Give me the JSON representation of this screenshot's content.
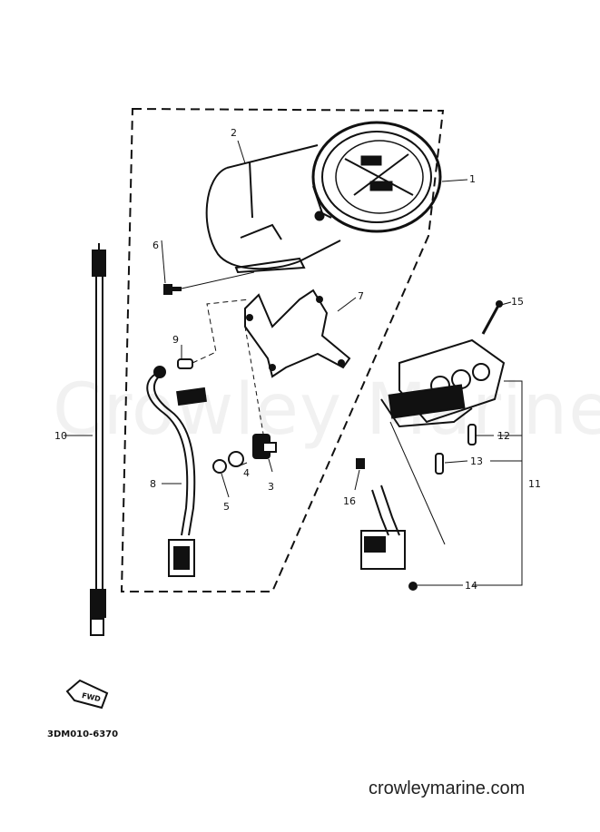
{
  "watermark": "Crowley Marine",
  "site": "crowleymarine.com",
  "drawing_code": "3DM010-6370",
  "fwd_label": "FWD",
  "callouts": {
    "c1": "1",
    "c2": "2",
    "c3": "3",
    "c4": "4",
    "c5": "5",
    "c6": "6",
    "c7": "7",
    "c8": "8",
    "c9": "9",
    "c10": "10",
    "c11": "11",
    "c12": "12",
    "c13": "13",
    "c14": "14",
    "c15": "15",
    "c16": "16"
  }
}
